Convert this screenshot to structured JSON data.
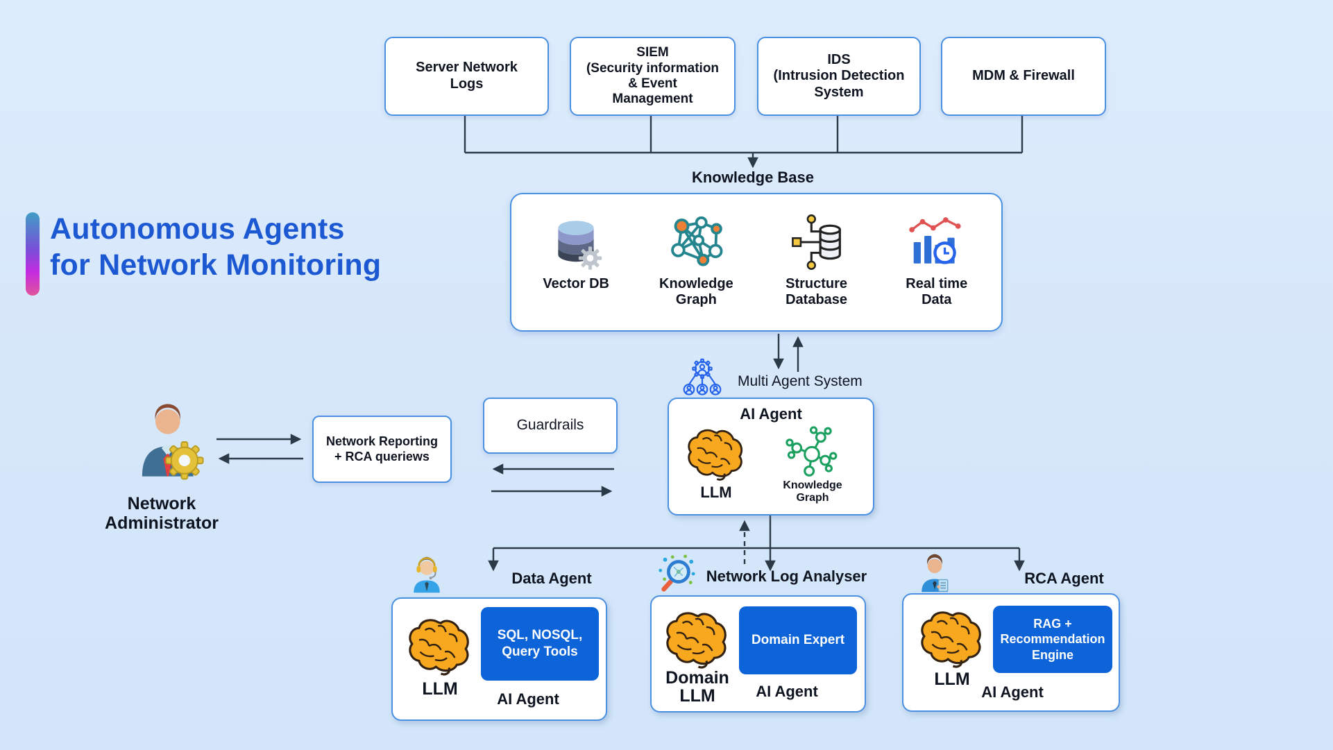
{
  "title": {
    "text": "Autonomous Agents\nfor Network Monitoring"
  },
  "sources": {
    "server_logs": "Server Network\nLogs",
    "siem": "SIEM\n(Security information\n& Event\nManagement",
    "ids": "IDS\n(Intrusion Detection\nSystem",
    "mdm": "MDM & Firewall"
  },
  "knowledge_base": {
    "heading": "Knowledge Base",
    "items": [
      {
        "icon": "vector-db-icon",
        "label": "Vector DB"
      },
      {
        "icon": "knowledge-graph-icon",
        "label": "Knowledge\nGraph"
      },
      {
        "icon": "structure-database-icon",
        "label": "Structure\nDatabase"
      },
      {
        "icon": "realtime-data-icon",
        "label": "Real time\nData"
      }
    ]
  },
  "multi_agent_system": {
    "label": "Multi Agent System",
    "ai_agent": {
      "title": "AI Agent",
      "llm_label": "LLM",
      "knowledge_graph_label": "Knowledge\nGraph"
    }
  },
  "administrator": {
    "label": "Network\nAdministrator"
  },
  "reporting": {
    "label": "Network Reporting\n+ RCA queriews"
  },
  "guardrails": {
    "label": "Guardrails"
  },
  "agents": [
    {
      "title": "Data Agent",
      "llm_label": "LLM",
      "tool_label": "SQL, NOSQL,\nQuery Tools",
      "box_label": "AI Agent"
    },
    {
      "title": "Network Log Analyser",
      "llm_label": "Domain\nLLM",
      "tool_label": "Domain Expert",
      "box_label": "AI Agent"
    },
    {
      "title": "RCA Agent",
      "llm_label": "LLM",
      "tool_label": "RAG +\nRecommendation\nEngine",
      "box_label": "AI Agent"
    }
  ],
  "colors": {
    "accent_blue": "#0d63d8",
    "border_blue": "#4a90e2",
    "title_blue": "#1d58d3",
    "background": "#d9e8fb",
    "connector": "#2c3947"
  }
}
